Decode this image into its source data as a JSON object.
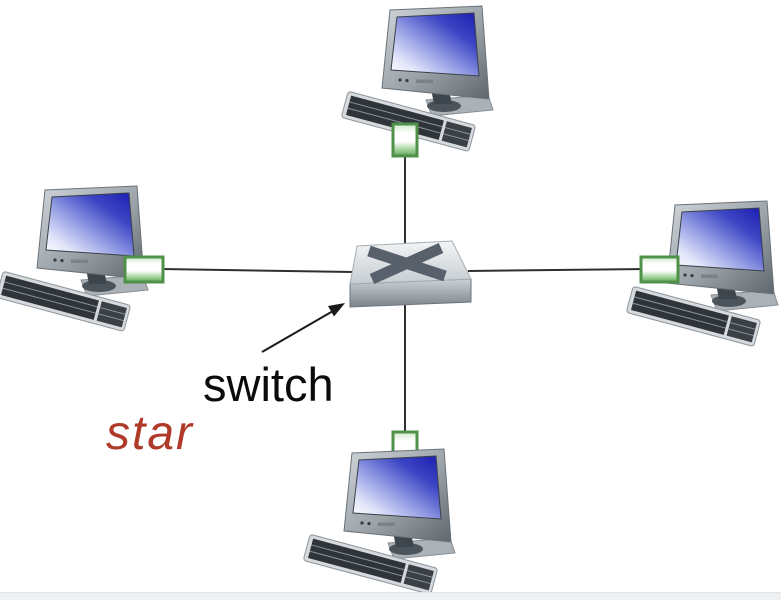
{
  "diagram": {
    "type": "network-topology",
    "topology": "star",
    "center_label": {
      "text": "switch"
    },
    "topology_label": {
      "text": "star"
    },
    "center_node": {
      "id": "switch",
      "type": "ethernet-switch"
    },
    "nodes": [
      {
        "id": "computer-top",
        "type": "desktop-computer",
        "position": "top"
      },
      {
        "id": "computer-left",
        "type": "desktop-computer",
        "position": "left"
      },
      {
        "id": "computer-right",
        "type": "desktop-computer",
        "position": "right"
      },
      {
        "id": "computer-bottom",
        "type": "desktop-computer",
        "position": "bottom"
      }
    ],
    "links": [
      {
        "from": "computer-top",
        "to": "switch"
      },
      {
        "from": "computer-left",
        "to": "switch"
      },
      {
        "from": "computer-right",
        "to": "switch"
      },
      {
        "from": "computer-bottom",
        "to": "switch"
      }
    ],
    "colors": {
      "topology_label_red": "#b03a2a",
      "center_label_black": "#0b0b0b",
      "link_line": "#2f2f2f",
      "connector_green_border": "#4f9149",
      "monitor_screen_blue": "#1b1bb0",
      "switch_body_gray": "#c6ccd1",
      "switch_x_symbol": "#57606b"
    }
  }
}
